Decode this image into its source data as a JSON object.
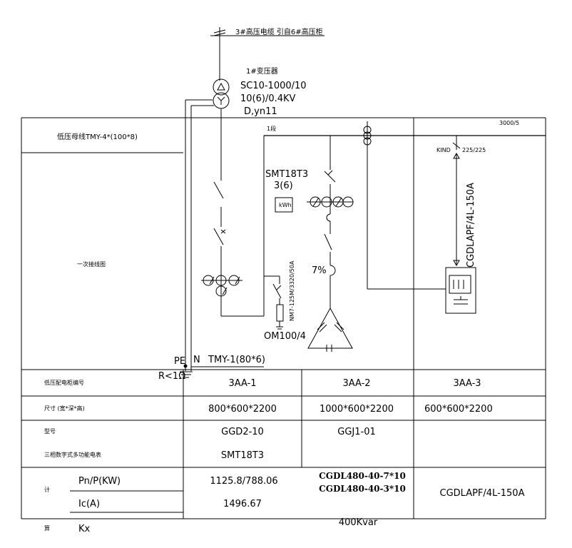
{
  "source": {
    "label": "3#高压电缆 引自6#高压柜"
  },
  "transformer": {
    "name": "1#变压器",
    "model": "SC10-1000/10",
    "ratio": "10(6)/0.4KV",
    "connection": "D,yn11"
  },
  "bus": {
    "row_label": "低压母线TMY-4*(100*8)",
    "section_label": "1段",
    "ct_ratio": "3000/5",
    "kind_label": "KIND",
    "kind_rating": "225/225"
  },
  "diagram": {
    "row_label": "一次接线图",
    "meter_model": "SMT18T3",
    "meter_spec": "3(6)",
    "breaker_label": "NM7-125M/3320/50A",
    "surge_label": "OM100/4",
    "reactor_label": "7%",
    "apf_label": "CGDLAPF/4L-150A",
    "pe_label": "PE",
    "n_label": "N",
    "nbus_label": "TMY-1(80*6)",
    "ground_label": "R<1Ω"
  },
  "table": {
    "row_labels": {
      "cabinet_no": "低压配电柜编号",
      "size": "尺寸 (宽*深*高)",
      "model": "型号",
      "meter": "三相数字式多功能电表",
      "calc_top": "计",
      "calc_bottom": "算",
      "pn": "Pn/P(KW)",
      "ic": "Ic(A)",
      "kx": "Kx"
    },
    "columns": [
      {
        "cabinet_no": "3AA-1",
        "size": "800*600*2200",
        "model": "GGD2-10",
        "meter": "SMT18T3",
        "pn": "1125.8/788.06",
        "ic": "1496.67"
      },
      {
        "cabinet_no": "3AA-2",
        "size": "1000*600*2200",
        "model": "GGJ1-01",
        "calc_line1": "CGDL480-40-7*10",
        "calc_line2": "CGDL480-40-3*10",
        "capacity": "400Kvar"
      },
      {
        "cabinet_no": "3AA-3",
        "size": "600*600*2200",
        "calc": "CGDLAPF/4L-150A"
      }
    ]
  }
}
